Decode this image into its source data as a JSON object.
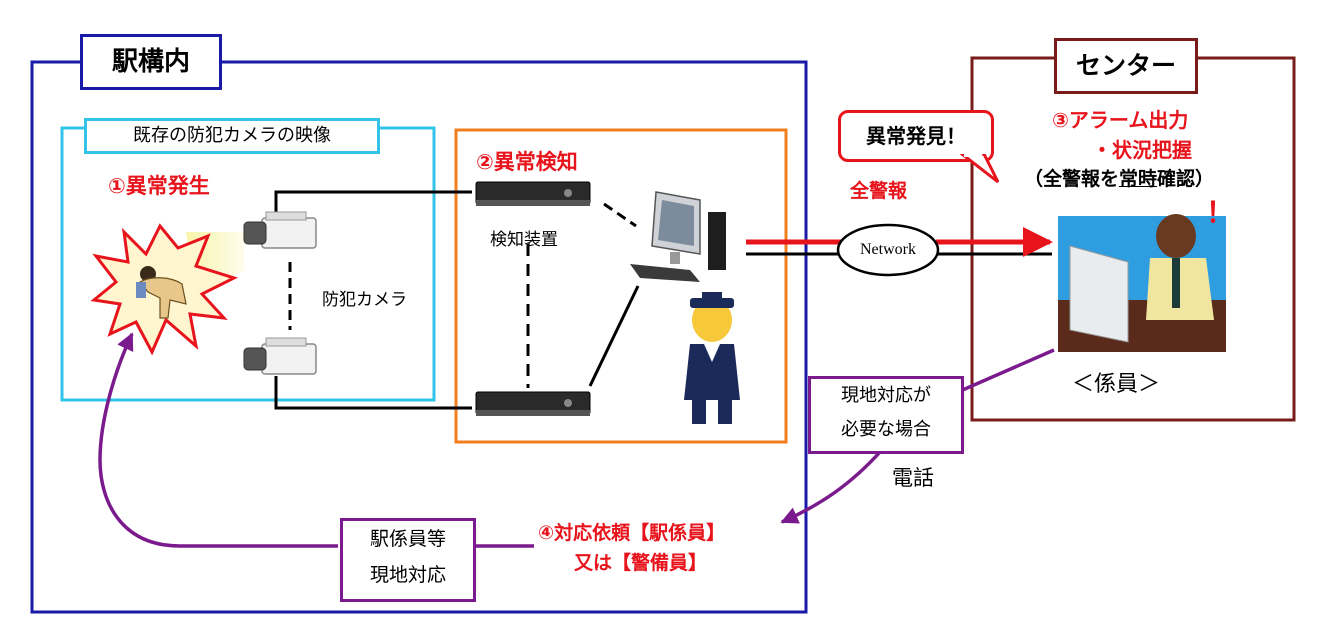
{
  "station": {
    "title": "駅構内",
    "camera_group_label": "既存の防犯カメラの映像",
    "step1": "①異常発生",
    "camera_label": "防犯カメラ",
    "step2": "②異常検知",
    "device_label": "検知装置",
    "step4_line1": "④対応依頼【駅係員】",
    "step4_line2": "又は【警備員】",
    "onsite_line1": "駅係員等",
    "onsite_line2": "現地対応"
  },
  "network": {
    "label": "Network",
    "alarm_label": "全警報"
  },
  "center": {
    "title": "センター",
    "bubble": "異常発見！",
    "step3_line1": "③アラーム出力",
    "step3_line2": "・状況把握",
    "step3_line3_pre": "（全警報を",
    "step3_line3_underlined": "常時",
    "step3_line3_post": "確認）",
    "staff_label": "＜係員＞",
    "exclamation": "！",
    "condition_line1": "現地対応が",
    "condition_line2": "必要な場合",
    "phone_label": "電話"
  },
  "colors": {
    "station_border": "#1a1aa8",
    "camera_group_border": "#33c3e8",
    "detection_border": "#f07d1e",
    "center_border": "#7a1b1b",
    "alert_red": "#e8141c",
    "flow_purple": "#7a1a8c"
  }
}
